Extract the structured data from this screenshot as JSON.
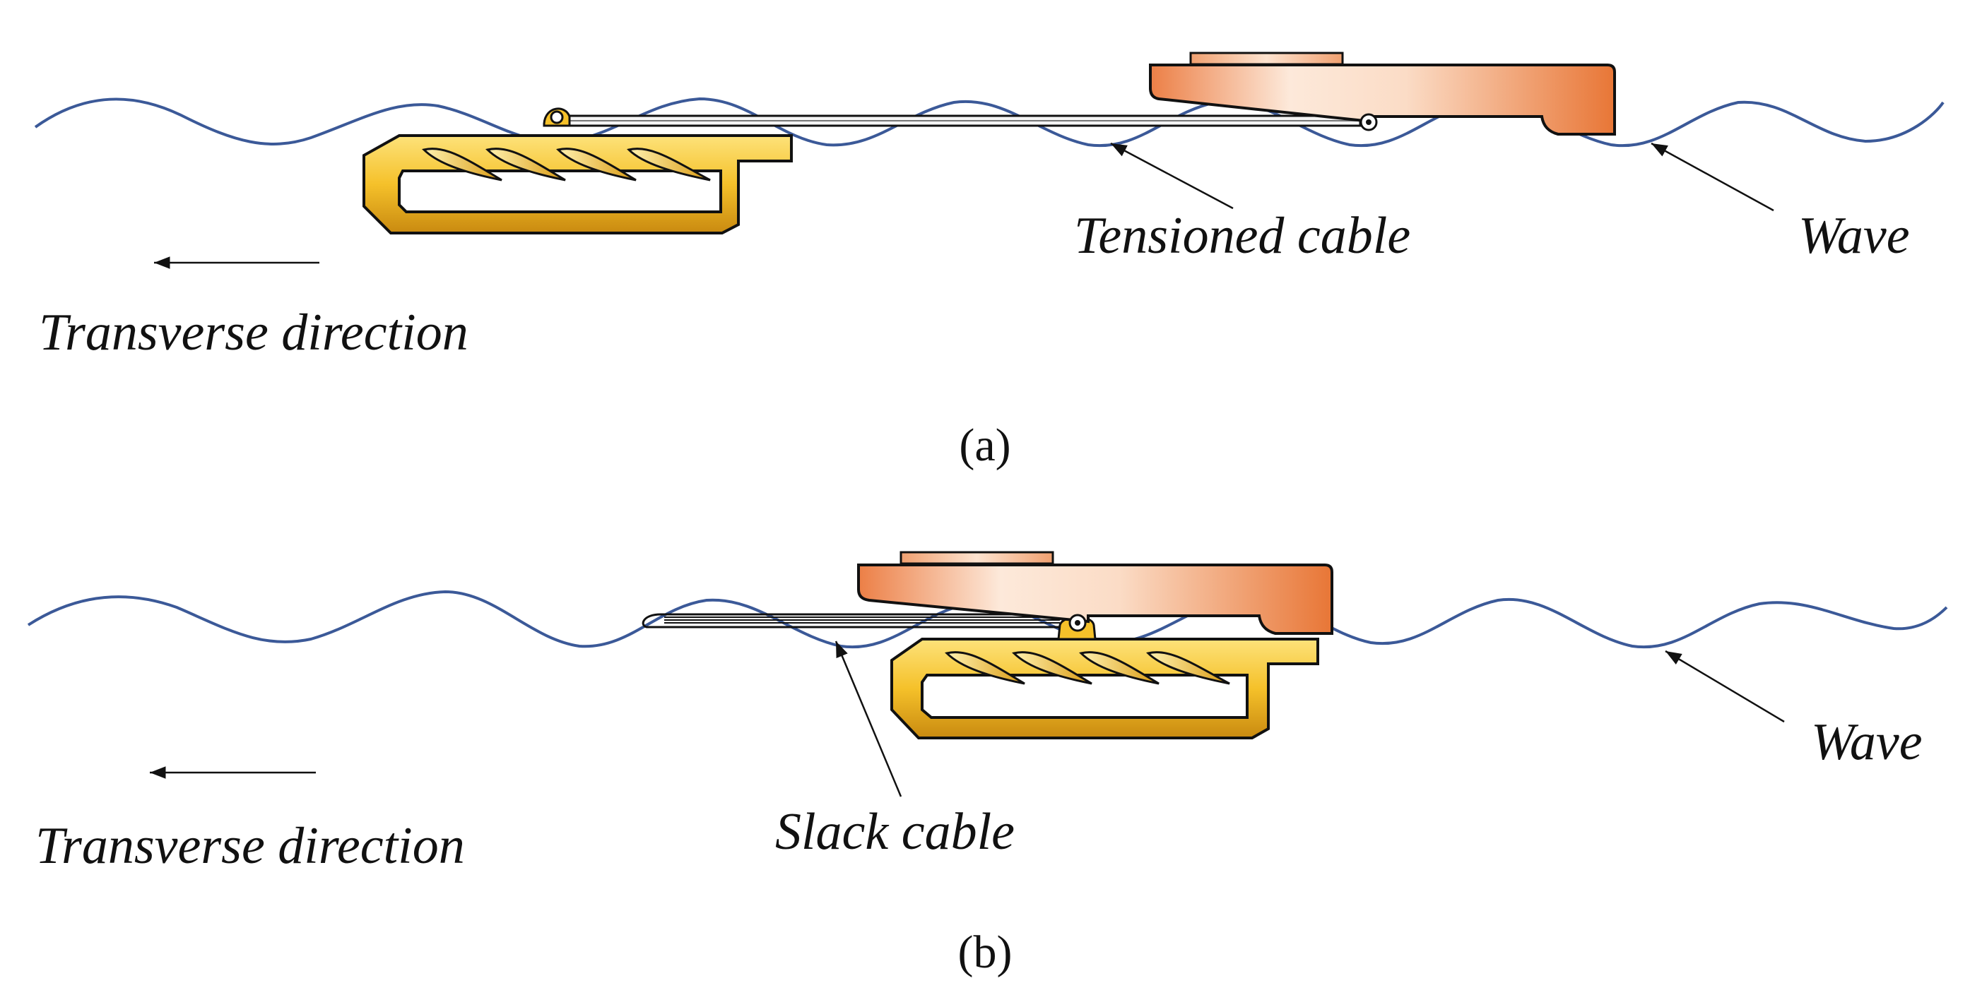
{
  "panels": [
    {
      "id": "a",
      "caption": "(a)",
      "cable_label": "Tensioned cable",
      "wave_label": "Wave",
      "direction_label": "Transverse direction"
    },
    {
      "id": "b",
      "caption": "(b)",
      "cable_label": "Slack cable",
      "wave_label": "Wave",
      "direction_label": "Transverse direction"
    }
  ],
  "colors": {
    "wave": "#3b5998",
    "float_light": "#fdf0e6",
    "float_dark": "#e8763a",
    "glider_yellow": "#f5c12a",
    "glider_dark": "#c98a10",
    "outline": "#111111"
  }
}
